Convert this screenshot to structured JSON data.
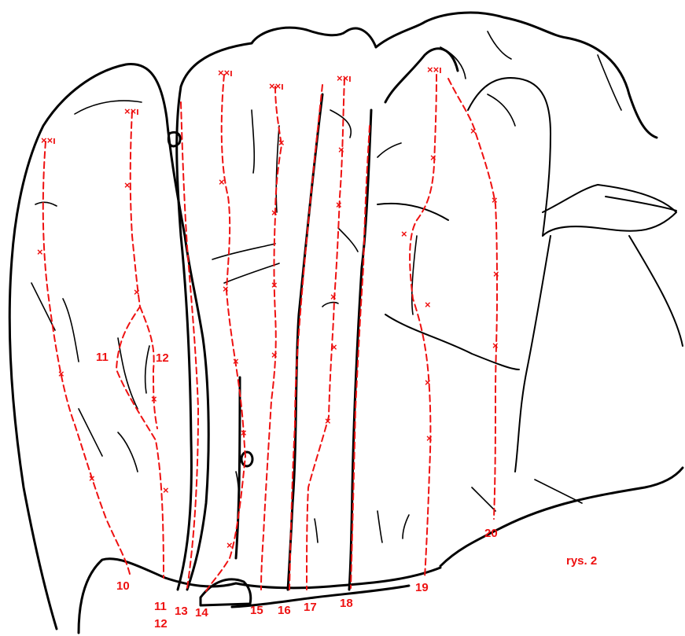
{
  "figure_label": "rys. 2",
  "route_numbers": {
    "r10": "10",
    "r11_top": "11",
    "r12_top": "12",
    "r11_bottom": "11",
    "r12_bottom": "12",
    "r13": "13",
    "r14": "14",
    "r15": "15",
    "r16": "16",
    "r17": "17",
    "r18": "18",
    "r19": "19",
    "r20": "20"
  },
  "anchor_symbol": "××ı",
  "bolt_symbol": "×",
  "colors": {
    "route": "#e11111",
    "rock_outline": "#000000",
    "background": "#ffffff"
  }
}
